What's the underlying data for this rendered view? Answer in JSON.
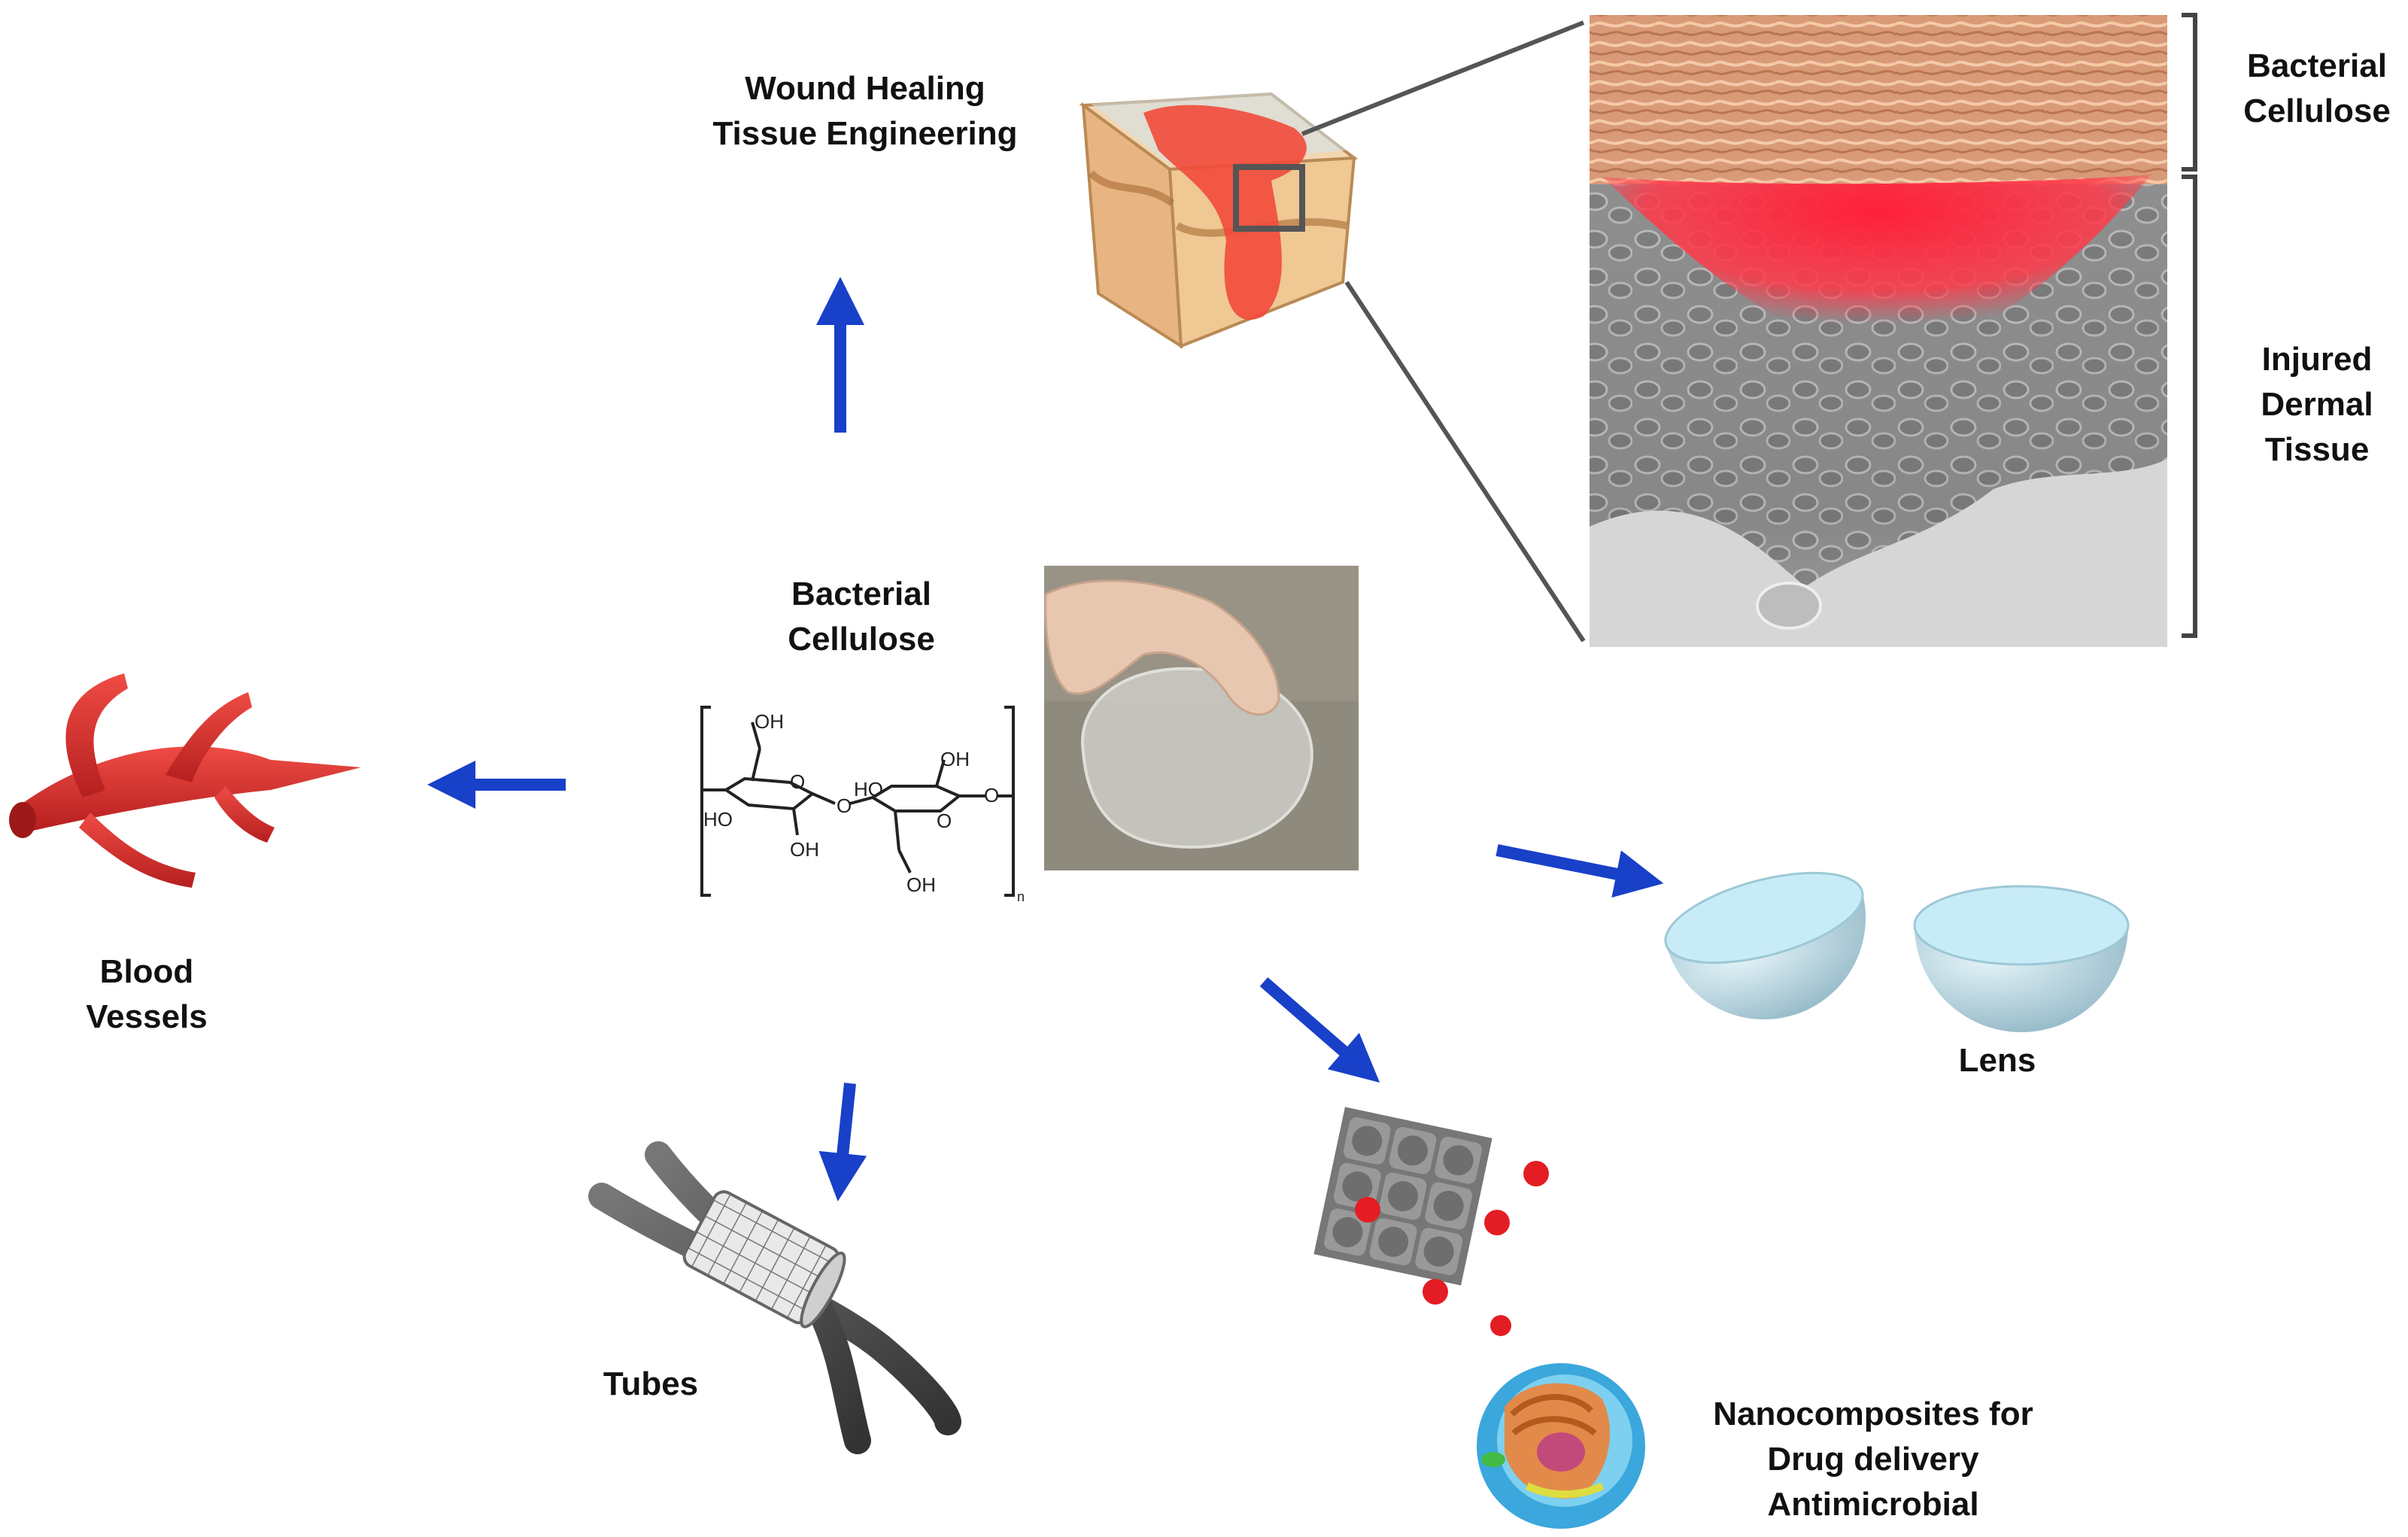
{
  "center": {
    "title_lines": [
      "Bacterial",
      "Cellulose"
    ],
    "chem_labels": {
      "oh_top_left": "OH",
      "ho_left": "HO",
      "o_ring_1": "O",
      "oh_bottom_left": "OH",
      "o_bridge": "O",
      "ho_right": "HO",
      "oh_top_right": "OH",
      "o_ring_2": "O",
      "oh_bottom_right": "OH",
      "o_end": "O",
      "subscript_n": "n"
    }
  },
  "wound": {
    "lines": [
      "Wound Healing",
      "Tissue Engineering"
    ]
  },
  "inset": {
    "top_label": [
      "Bacterial",
      "Cellulose"
    ],
    "bottom_label": [
      "Injured",
      "Dermal",
      "Tissue"
    ]
  },
  "blood": {
    "lines": [
      "Blood",
      "Vessels"
    ]
  },
  "tubes": {
    "label": "Tubes"
  },
  "lens": {
    "label": "Lens"
  },
  "nano": {
    "lines": [
      "Nanocomposites for",
      "Drug delivery",
      "Antimicrobial"
    ]
  },
  "colors": {
    "arrow": "#1840c8",
    "vessel": "#d8322e",
    "lens": "#bfe2ee",
    "cellulose_fiber": "#e0a585",
    "wound_red": "#f22a36",
    "tissue_gray": "#8a8a8a"
  }
}
